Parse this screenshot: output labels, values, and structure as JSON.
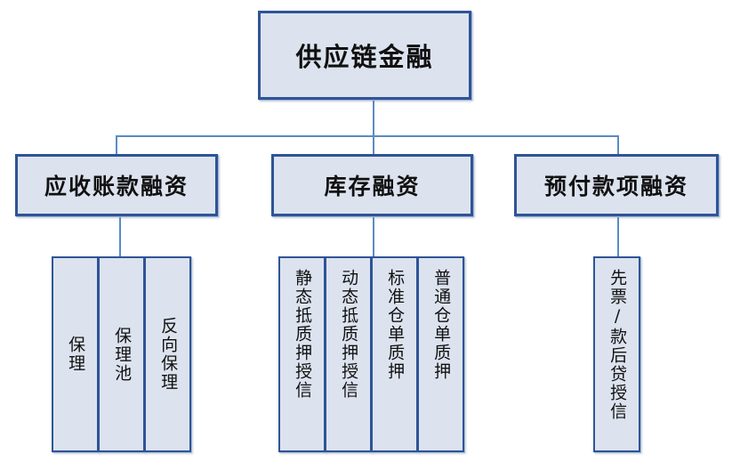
{
  "diagram": {
    "type": "tree-hierarchy",
    "title": "供应链金融",
    "background_color": "#ffffff",
    "box_fill_color": "#dce3ef",
    "box_border_color": "#2f5496",
    "connector_color": "#5b8bc4",
    "root": {
      "label": "供应链金融"
    },
    "branches": [
      {
        "label": "应收账款融资",
        "leaves": [
          {
            "label": "保理"
          },
          {
            "label": "保理池"
          },
          {
            "label": "反向保理"
          }
        ]
      },
      {
        "label": "库存融资",
        "leaves": [
          {
            "label": "静态抵质押授信"
          },
          {
            "label": "动态抵质押授信"
          },
          {
            "label": "标准仓单质押"
          },
          {
            "label": "普通仓单质押"
          }
        ]
      },
      {
        "label": "预付款项融资",
        "leaves": [
          {
            "label": "先票/款后贷授信"
          }
        ]
      }
    ]
  }
}
